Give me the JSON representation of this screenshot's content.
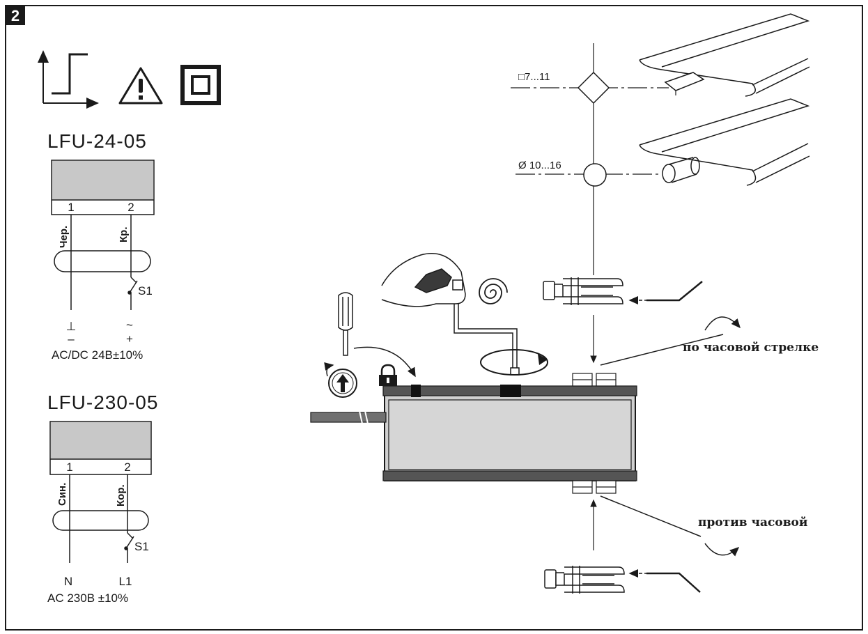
{
  "figure": {
    "number": "2",
    "symbols": {
      "step_function": "step-function-icon",
      "warning": "warning-triangle-icon",
      "double_insulation": "double-insulation-icon"
    }
  },
  "models": [
    {
      "name": "LFU-24-05",
      "terminals": [
        "1",
        "2"
      ],
      "wire_labels": [
        "Чер.",
        "Кр."
      ],
      "switch": "S1",
      "supply_symbols": [
        "⊥",
        "~"
      ],
      "supply_polarity": [
        "–",
        "+"
      ],
      "supply": "AC/DC 24В±10%"
    },
    {
      "name": "LFU-230-05",
      "terminals": [
        "1",
        "2"
      ],
      "wire_labels": [
        "Син.",
        "Кор."
      ],
      "switch": "S1",
      "supply_terminals": [
        "N",
        "L1"
      ],
      "supply": "AC 230В ±10%"
    }
  ],
  "dimensions": {
    "square_shaft": "□7...11",
    "round_shaft": "Ø 10...16"
  },
  "rotation": {
    "clockwise": "по часовой стрелке",
    "counterclockwise": "против часовой"
  },
  "colors": {
    "line": "#1a1a1a",
    "housing_fill": "#d0d0d0",
    "panel_fill": "#c8c8c8"
  }
}
